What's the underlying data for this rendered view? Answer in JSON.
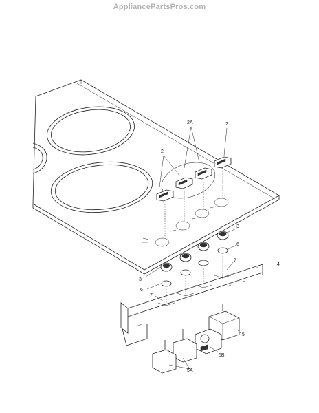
{
  "watermark": "AppliancePartsPros.com",
  "callouts": [
    {
      "id": "c-2a",
      "text": "2A"
    },
    {
      "id": "c-2-top",
      "text": "2"
    },
    {
      "id": "c-2-left",
      "text": "2"
    },
    {
      "id": "c-3-right",
      "text": "3"
    },
    {
      "id": "c-6-right",
      "text": "6"
    },
    {
      "id": "c-3-left",
      "text": "3"
    },
    {
      "id": "c-4",
      "text": "4"
    },
    {
      "id": "c-7-right",
      "text": "7"
    },
    {
      "id": "c-6-left",
      "text": "6"
    },
    {
      "id": "c-7-left",
      "text": "7"
    },
    {
      "id": "c-5",
      "text": "5"
    },
    {
      "id": "c-5b",
      "text": "5B"
    },
    {
      "id": "c-5a",
      "text": "5A"
    }
  ]
}
